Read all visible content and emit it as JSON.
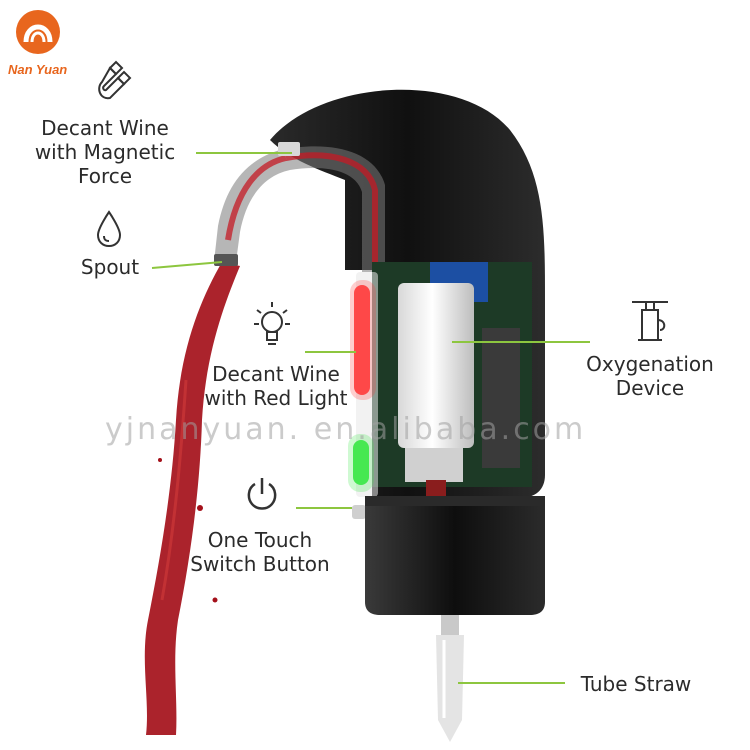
{
  "brand": {
    "name": "Nan Yuan",
    "color": "#e8661e"
  },
  "watermark": "yjnanyuan. en.alibaba.com",
  "features": {
    "magnetic": {
      "line1": "Decant Wine",
      "line2": "with Magnetic",
      "line3": "Force",
      "icon": "magnet-icon"
    },
    "spout": {
      "label": "Spout",
      "icon": "drop-icon"
    },
    "red_light": {
      "line1": "Decant Wine",
      "line2": "with Red Light",
      "icon": "light-bulb-icon"
    },
    "switch": {
      "line1": "One Touch",
      "line2": "Switch Button",
      "icon": "power-icon"
    },
    "oxygenation": {
      "line1": "Oxygenation",
      "line2": "Device",
      "icon": "pump-icon"
    },
    "tube": {
      "label": "Tube Straw"
    }
  },
  "colors": {
    "leader_line": "#8dc63f",
    "wine": "#a4101a",
    "device_body": "#1a1a1a"
  }
}
